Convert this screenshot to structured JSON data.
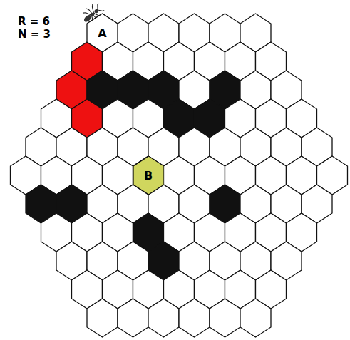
{
  "diagram": {
    "nodes": [
      {
        "text": [
          "A"
        ]
      },
      {
        "text": [
          "B"
        ]
      }
    ],
    "labels": [
      "R = 6",
      "N = 3"
    ]
  }
}
